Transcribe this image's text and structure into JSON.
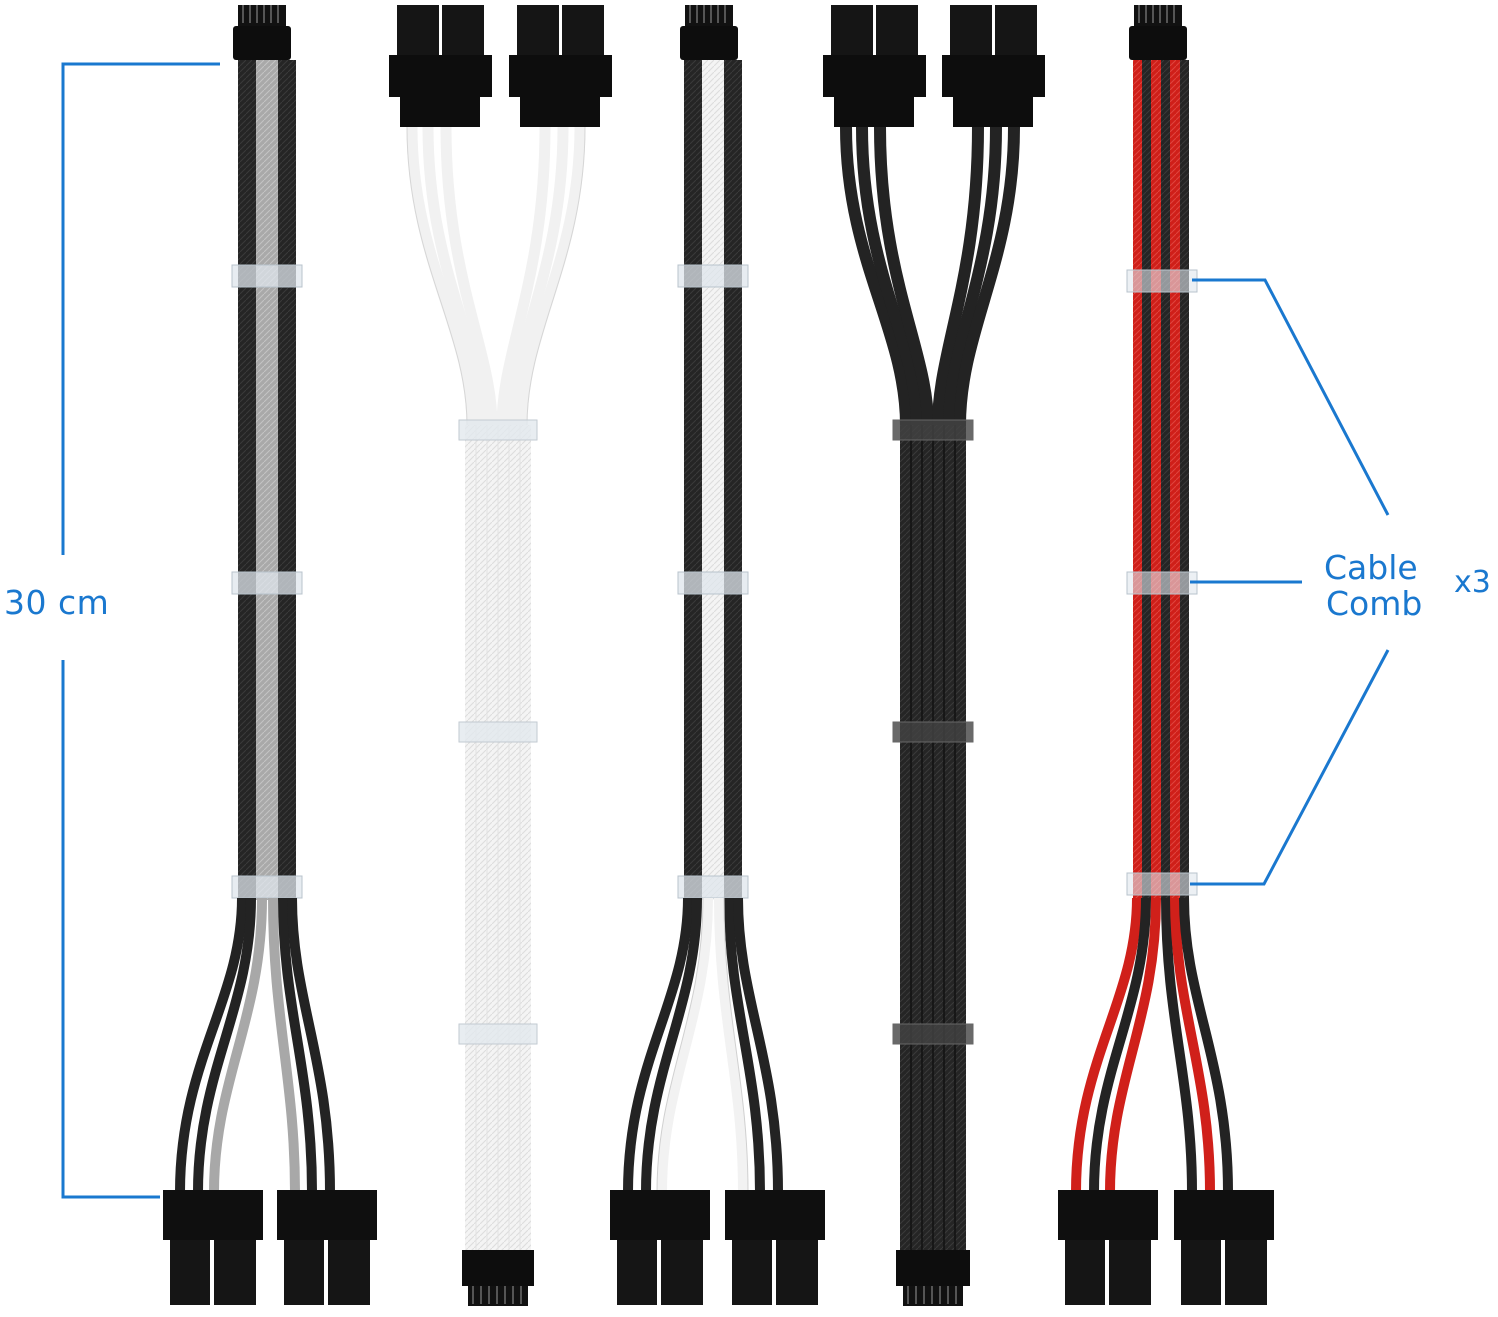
{
  "annotations": {
    "length_label": "30 cm",
    "comb_label_line1": "Cable",
    "comb_label_line2": "Comb",
    "comb_count": "x3"
  },
  "colors": {
    "accent": "#1a78cf",
    "black_sleeve": "#222222",
    "grey_sleeve": "#a8a8a8",
    "white_sleeve": "#f2f2f2",
    "red_sleeve": "#d0201a",
    "connector": "#0d0d0d"
  },
  "cables": [
    {
      "name": "black-grey-split-cable",
      "sleeve_pattern": [
        "black",
        "black",
        "grey",
        "grey",
        "black",
        "black"
      ],
      "top_connector": "12-pin",
      "bottom_connectors": [
        "8-pin",
        "8-pin"
      ]
    },
    {
      "name": "white-split-cable",
      "sleeve_pattern": [
        "white",
        "white",
        "white",
        "white",
        "white",
        "white"
      ],
      "top_connectors": [
        "8-pin",
        "8-pin"
      ],
      "bottom_connector": "12-pin"
    },
    {
      "name": "black-white-split-cable",
      "sleeve_pattern": [
        "black",
        "black",
        "white",
        "white",
        "black",
        "black"
      ],
      "top_connector": "12-pin",
      "bottom_connectors": [
        "8-pin",
        "8-pin"
      ]
    },
    {
      "name": "black-split-cable",
      "sleeve_pattern": [
        "black",
        "black",
        "black",
        "black",
        "black",
        "black"
      ],
      "top_connectors": [
        "8-pin",
        "8-pin"
      ],
      "bottom_connector": "12-pin"
    },
    {
      "name": "red-black-split-cable",
      "sleeve_pattern": [
        "red",
        "black",
        "red",
        "black",
        "red",
        "black"
      ],
      "top_connector": "12-pin",
      "bottom_connectors": [
        "8-pin",
        "8-pin"
      ]
    }
  ]
}
